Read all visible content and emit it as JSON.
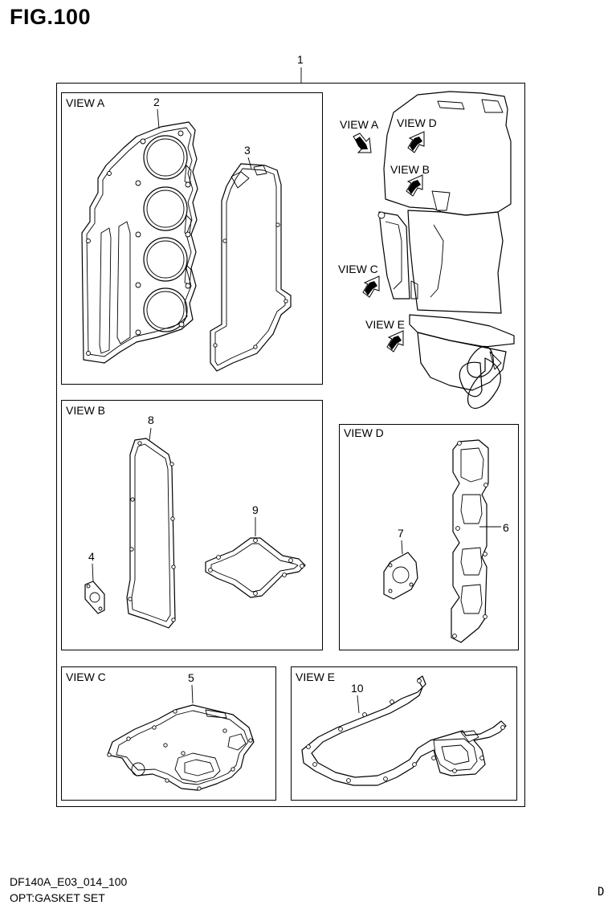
{
  "figure": {
    "title": "FIG.100"
  },
  "callouts": {
    "c1": "1",
    "c2": "2",
    "c3": "3",
    "c4": "4",
    "c5": "5",
    "c6": "6",
    "c7": "7",
    "c8": "8",
    "c9": "9",
    "c10": "10"
  },
  "panels": {
    "view_a": "VIEW A",
    "view_b": "VIEW B",
    "view_c": "VIEW C",
    "view_d": "VIEW D",
    "view_e": "VIEW E"
  },
  "engine_labels": {
    "view_a": "VIEW A",
    "view_b": "VIEW B",
    "view_c": "VIEW C",
    "view_d": "VIEW D",
    "view_e": "VIEW E"
  },
  "footer": {
    "code": "DF140A_E03_014_100",
    "name": "OPT:GASKET SET",
    "letter": "D"
  }
}
